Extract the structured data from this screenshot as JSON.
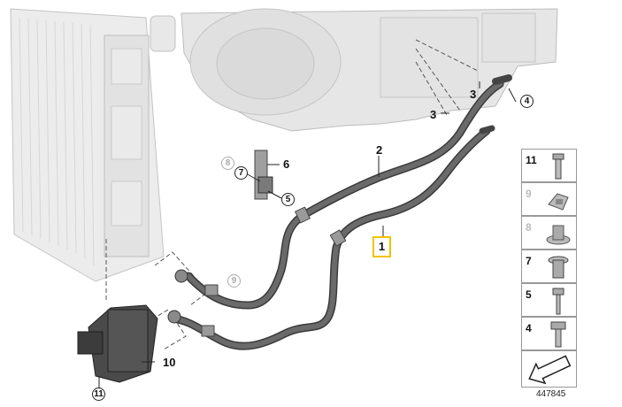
{
  "callouts": {
    "c2": "2",
    "c3a": "3",
    "c3b": "3",
    "c4": "4",
    "c5": "5",
    "c6": "6",
    "c7": "7",
    "c8": "8",
    "c9": "9",
    "c10": "10",
    "c11": "11",
    "c1_highlighted": "1"
  },
  "legend": {
    "items": [
      {
        "num": "11",
        "icon": "bolt-icon",
        "faded": false
      },
      {
        "num": "9",
        "icon": "clip-icon",
        "faded": true
      },
      {
        "num": "8",
        "icon": "nut-icon",
        "faded": true
      },
      {
        "num": "7",
        "icon": "sleeve-icon",
        "faded": false
      },
      {
        "num": "5",
        "icon": "screw-icon",
        "faded": false
      },
      {
        "num": "4",
        "icon": "stud-bolt-icon",
        "faded": false
      }
    ],
    "arrow_icon": "direction-arrow-icon"
  },
  "image_number": "447845",
  "colors": {
    "housing": "#e6e6e6",
    "housing_edge": "#b8b8b8",
    "hose": "#5e5e5e",
    "hose_dark": "#3a3a3a",
    "highlight": "#f2c200"
  }
}
